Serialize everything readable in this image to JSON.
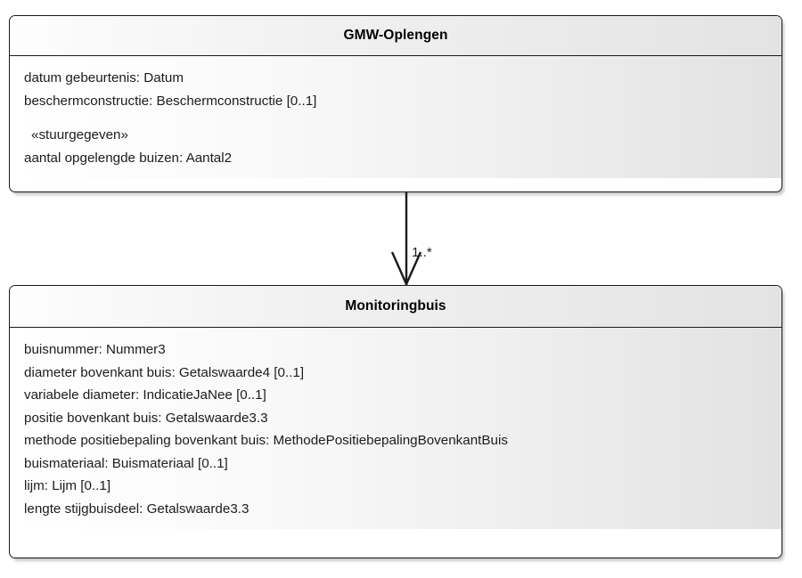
{
  "diagram": {
    "type": "uml-class-diagram",
    "background_color": "#ffffff",
    "classes": [
      {
        "id": "gmw-oplengen",
        "name": "GMW-Oplengen",
        "attributes": [
          {
            "text": "datum gebeurtenis: Datum",
            "stereotype": false
          },
          {
            "text": "beschermconstructie: Beschermconstructie [0..1]",
            "stereotype": false
          },
          {
            "text": "«stuurgegeven»",
            "stereotype": true
          },
          {
            "text": "aantal opgelengde buizen: Aantal2",
            "stereotype": false
          }
        ]
      },
      {
        "id": "monitoringbuis",
        "name": "Monitoringbuis",
        "attributes": [
          {
            "text": "buisnummer: Nummer3",
            "stereotype": false
          },
          {
            "text": "diameter bovenkant buis: Getalswaarde4 [0..1]",
            "stereotype": false
          },
          {
            "text": "variabele diameter: IndicatieJaNee [0..1]",
            "stereotype": false
          },
          {
            "text": "positie bovenkant buis: Getalswaarde3.3",
            "stereotype": false
          },
          {
            "text": "methode positiebepaling bovenkant buis: MethodePositiebepalingBovenkantBuis",
            "stereotype": false
          },
          {
            "text": "buismateriaal: Buismateriaal [0..1]",
            "stereotype": false
          },
          {
            "text": "lijm: Lijm [0..1]",
            "stereotype": false
          },
          {
            "text": "lengte stijgbuisdeel: Getalswaarde3.3",
            "stereotype": false
          }
        ]
      }
    ],
    "association": {
      "from": "gmw-oplengen",
      "to": "monitoringbuis",
      "multiplicity": "1..*",
      "arrow_style": "open",
      "line_color": "#1a1a1a"
    }
  }
}
